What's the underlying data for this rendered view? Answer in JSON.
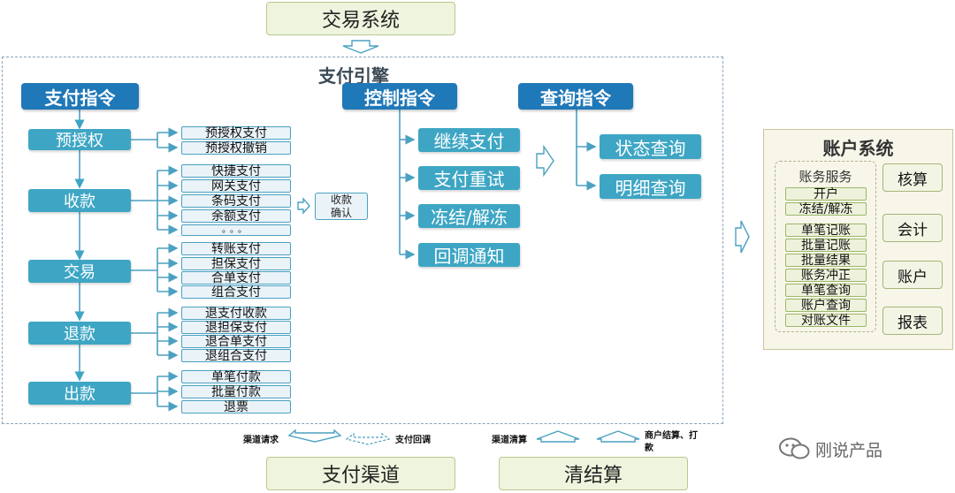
{
  "trade_system": "交易系统",
  "engine": {
    "title": "支付引擎",
    "pay": {
      "header": "支付指令",
      "groups": [
        {
          "label": "预授权",
          "items": [
            "预授权支付",
            "预授权撤销"
          ]
        },
        {
          "label": "收款",
          "items": [
            "快捷支付",
            "网关支付",
            "条码支付",
            "余额支付",
            "。。。"
          ]
        },
        {
          "label": "交易",
          "items": [
            "转账支付",
            "担保支付",
            "合单支付",
            "组合支付"
          ]
        },
        {
          "label": "退款",
          "items": [
            "退支付收款",
            "退担保支付",
            "退合单支付",
            "退组合支付"
          ]
        },
        {
          "label": "出款",
          "items": [
            "单笔付款",
            "批量付款",
            "退票"
          ]
        }
      ],
      "confirm": [
        "收款",
        "确认"
      ]
    },
    "control": {
      "header": "控制指令",
      "items": [
        "继续支付",
        "支付重试",
        "冻结/解冻",
        "回调通知"
      ]
    },
    "query": {
      "header": "查询指令",
      "items": [
        "状态查询",
        "明细查询"
      ]
    }
  },
  "account_system": {
    "title": "账户系统",
    "service_title": "账务服务",
    "service_items": [
      "开户",
      "冻结/解冻",
      "单笔记账",
      "批量记账",
      "批量结果",
      "账务冲正",
      "单笔查询",
      "账户查询",
      "对账文件"
    ],
    "buttons": [
      "核算",
      "会计",
      "账户",
      "报表"
    ]
  },
  "legend": {
    "channel_request": "渠道请求",
    "pay_callback": "支付回调",
    "channel_settle": "渠道清算",
    "merchant_settle": "商户结算、打款"
  },
  "pay_channel": "支付渠道",
  "clearing": "清结算",
  "watermark": "刚说产品"
}
